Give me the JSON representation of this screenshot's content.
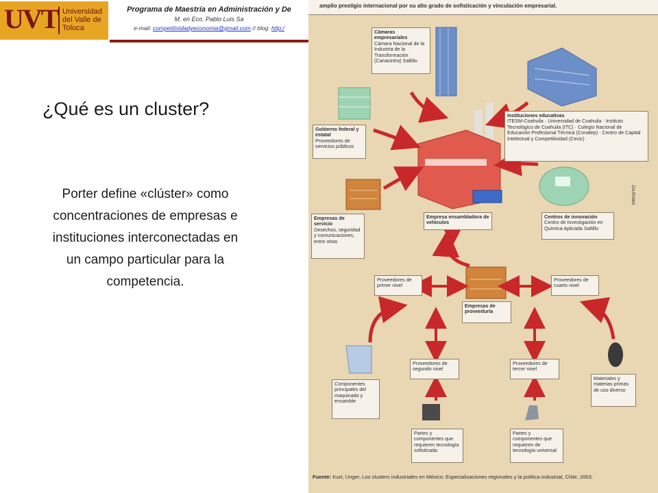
{
  "header": {
    "logo_letters": "UVT",
    "university_name": "Universidad del Valle de Toluca",
    "program_title": "Programa de Maestría en Administración y De",
    "author": "M. en Eco. Pablo Luis Sa",
    "email_prefix": "e-mail: ",
    "email": "competitividadyeconomia@gmail.com",
    "blog_prefix": " // blog: ",
    "blog_link": "http:/"
  },
  "slide": {
    "title": "¿Qué es un cluster?",
    "body": "Porter define «clúster» como concentraciones de empresas e instituciones interconectadas en un campo particular para la competencia."
  },
  "diagram": {
    "top_text": "amplio prestigio internacional por su alto grado de sofisticación y vinculación empresarial.",
    "camaras": {
      "title": "Cámaras empresariales",
      "lines": "Cámara Nacional de la Industria de la Transformación (Canacintra) Saltillo"
    },
    "gobierno": {
      "title": "Gobierno federal y estatal",
      "lines": "Proveedores de servicios públicos"
    },
    "educativas": {
      "title": "Instituciones educativas",
      "lines": "ITESM-Coahuila · Universidad de Coahuila · Instituto Tecnológico de Coahuila (ITC) · Colegio Nacional de Educación Profesional Técnica (Conalep) · Centro de Capital Intelectual y Competitividad (Cecic)"
    },
    "servicio": {
      "title": "Empresas de servicio",
      "lines": "Desechos, seguridad y comunicaciones, entre otras"
    },
    "ensambladora": {
      "title": "Empresa ensambladora de vehículos",
      "lines": ""
    },
    "innovacion": {
      "title": "Centros de innovación",
      "lines": "Centro de Investigación en Química Aplicada Saltillo"
    },
    "prov1": {
      "title": "Proveedores de primer nivel",
      "lines": ""
    },
    "proveeduria": {
      "title": "Empresas de proveeduría",
      "lines": ""
    },
    "prov4": {
      "title": "Proveedores de cuarto nivel",
      "lines": ""
    },
    "prov2": {
      "title": "Proveedores de segundo nivel",
      "lines": ""
    },
    "prov3": {
      "title": "Proveedores de tercer nivel",
      "lines": ""
    },
    "componentes": {
      "title": "Componentes principales del maquinado y ensamble",
      "lines": ""
    },
    "materiales": {
      "title": "Materiales y materias primas de uso diverso",
      "lines": ""
    },
    "partes_sof": {
      "title": "Partes y componentes que requieren tecnología sofisticada",
      "lines": ""
    },
    "partes_uni": {
      "title": "Partes y componentes que requieren de tecnología universal",
      "lines": ""
    },
    "vertical_label": "ZAURAWA",
    "source_label": "Fuente:",
    "source_text": " Kurt, Unger, Los clusters industriales en México: Especializaciones regionales y la política industrial, Chile, 2003."
  },
  "colors": {
    "brand_maroon": "#8b1a14",
    "brand_gold": "#e8a524",
    "arrow_red": "#c8282a",
    "diagram_bg": "#e9d6b3"
  }
}
